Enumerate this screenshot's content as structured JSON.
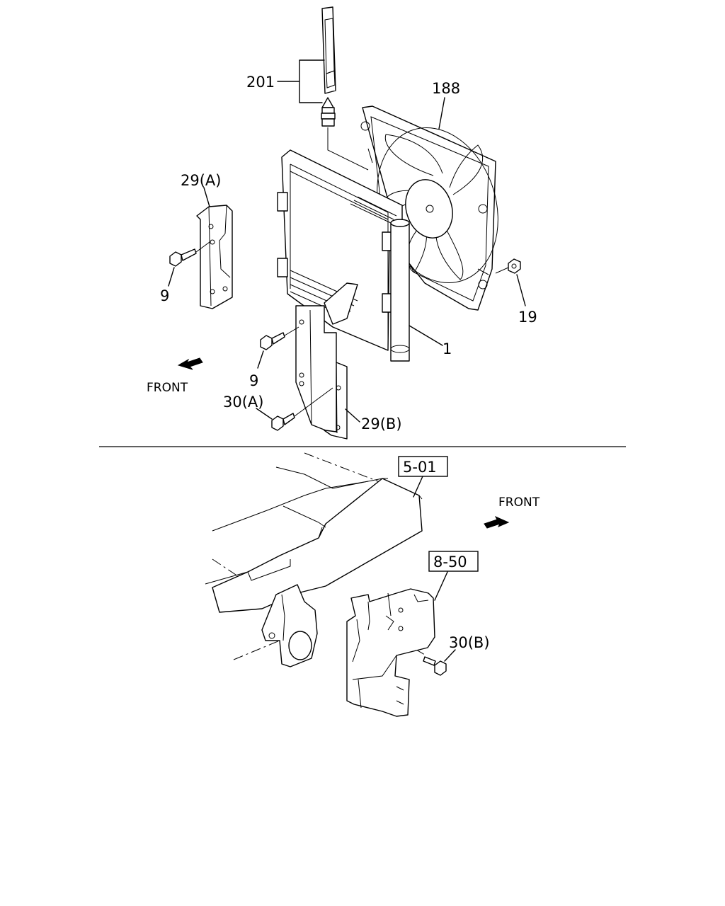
{
  "labels": {
    "part_201": "201",
    "part_188": "188",
    "part_29a": "29(A)",
    "part_9_upper": "9",
    "part_9_lower": "9",
    "part_19": "19",
    "part_1": "1",
    "part_30a": "30(A)",
    "part_29b": "29(B)",
    "part_30b": "30(B)",
    "ref_501": "5-01",
    "ref_850": "8-50"
  },
  "front_indicators": {
    "upper": "FRONT",
    "lower": "FRONT"
  },
  "icons": [
    "front-arrow-icon",
    "front-arrow-icon"
  ]
}
